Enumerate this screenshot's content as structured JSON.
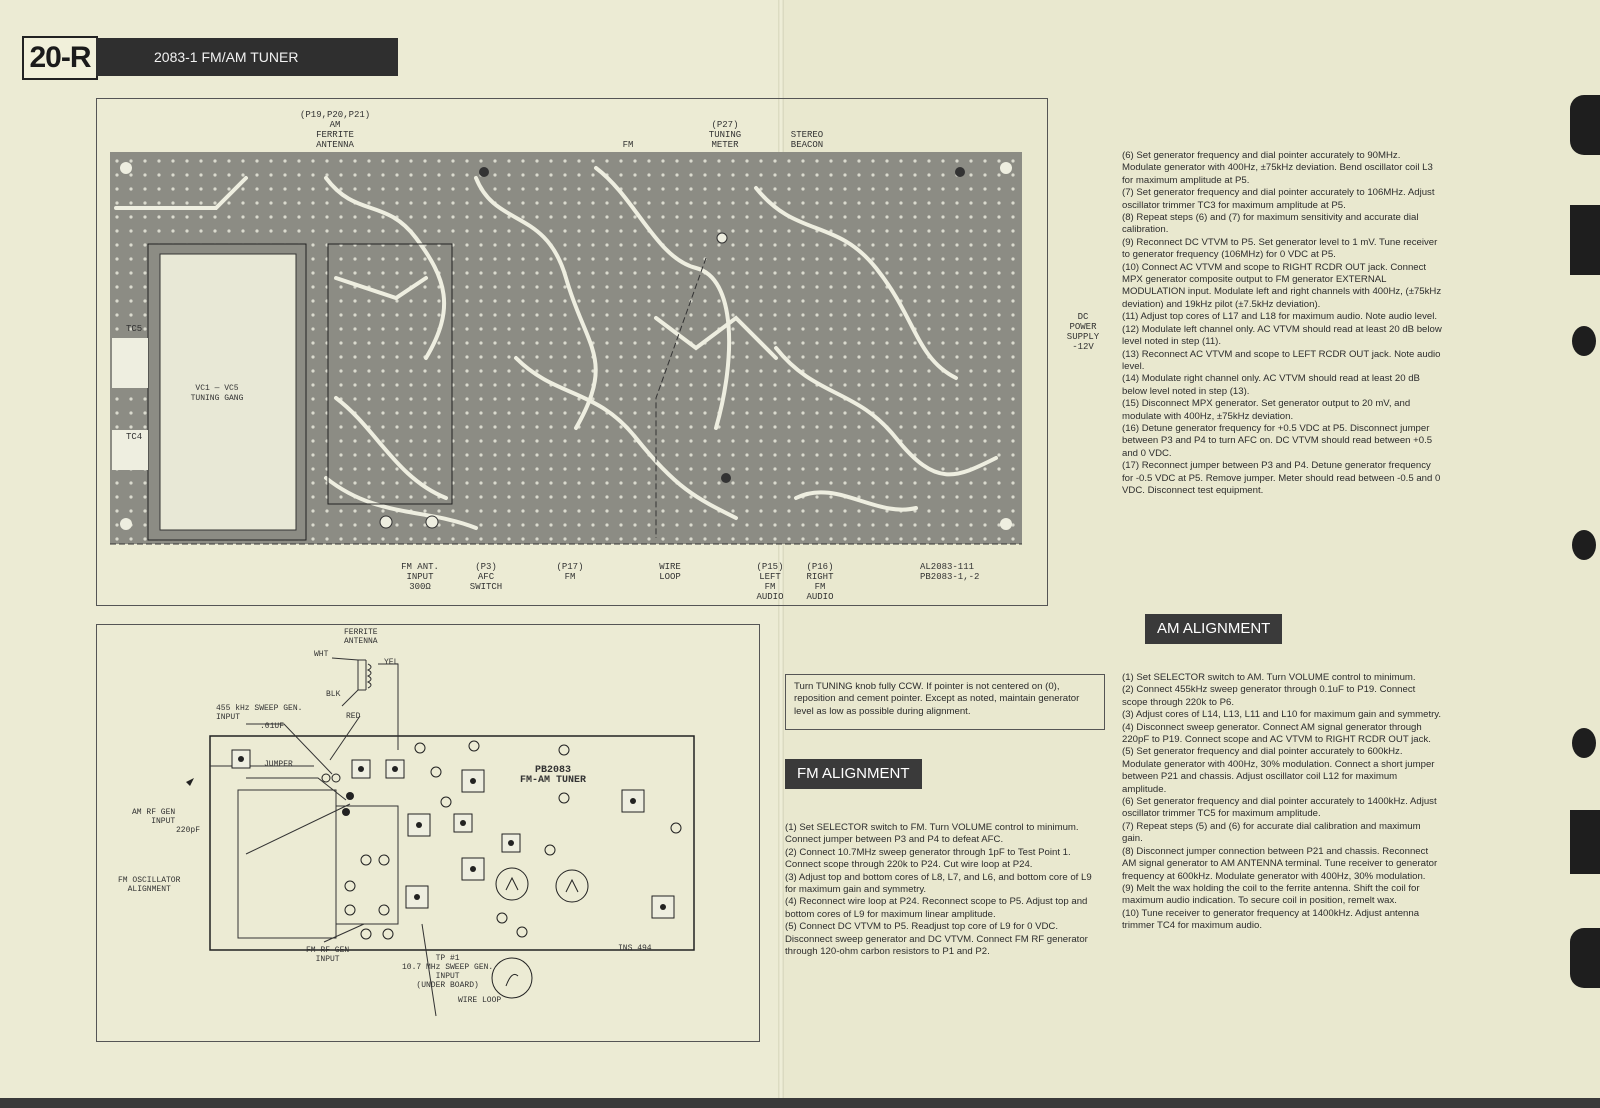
{
  "header": {
    "page_number": "20-R",
    "title": "2083-1 FM/AM TUNER"
  },
  "board_labels": {
    "antenna_top": "(P19,P20,P21)\nAM\nFERRITE\nANTENNA",
    "fm": "FM",
    "tuning_meter": "(P27)\nTUNING\nMETER",
    "stereo_beacon": "STEREO\nBEACON",
    "dc_power": "DC\nPOWER\nSUPPLY\n-12V",
    "tuning_gang": "VC1 — VC5\nTUNING GANG",
    "tc5": "TC5",
    "tc4": "TC4",
    "fm_ant": "FM ANT.\nINPUT\n300Ω",
    "afc_switch": "(P3)\nAFC\nSWITCH",
    "p17_fm": "(P17)\nFM",
    "wire_loop": "WIRE\nLOOP",
    "left_audio": "(P15)\nLEFT\nFM\nAUDIO",
    "right_audio": "(P16)\nRIGHT\nFM\nAUDIO",
    "board_id": "AL2083-111\nPB2083-1,-2"
  },
  "diagram2": {
    "ferrite": "FERRITE\nANTENNA",
    "wht": "WHT",
    "yel": "YEL",
    "blk": "BLK",
    "red": "RED",
    "sweep": "455 kHz SWEEP GEN.\nINPUT",
    "cap": ".01UF",
    "jumper": "JUMPER",
    "am_rf": "AM RF GEN\nINPUT",
    "cap220": "220pF",
    "fm_osc": "FM OSCILLATOR\nALIGNMENT",
    "board_name": "PB2083\nFM-AM TUNER",
    "fm_rf": "FM RF GEN\nINPUT",
    "tp1": "TP #1\n10.7 MHz SWEEP GEN.\nINPUT\n(UNDER BOARD)",
    "wire_loop": "WIRE LOOP",
    "ins": "INS 494"
  },
  "note": "Turn TUNING knob fully CCW. If pointer is not centered on (0), reposition and cement pointer. Except as noted, maintain generator level as low as possible during alignment.",
  "fm_alignment": {
    "heading": "FM ALIGNMENT",
    "steps": [
      "(1) Set SELECTOR switch to FM. Turn VOLUME control to minimum. Connect jumper between P3 and P4 to defeat AFC.",
      "(2) Connect 10.7MHz sweep generator through 1pF to Test Point 1. Connect scope through 220k to P24. Cut wire loop at P24.",
      "(3) Adjust top and bottom cores of L8, L7, and L6, and bottom core of L9 for maximum gain and symmetry.",
      "(4) Reconnect wire loop at P24. Reconnect scope to P5. Adjust top and bottom cores of L9 for maximum linear amplitude.",
      "(5) Connect DC VTVM to P5. Readjust top core of L9 for 0 VDC. Disconnect sweep generator and DC VTVM. Connect FM RF generator through 120-ohm carbon resistors to P1 and P2."
    ]
  },
  "fm_cont": [
    "(6) Set generator frequency and dial pointer accurately to 90MHz. Modulate generator with 400Hz, ±75kHz deviation. Bend oscillator coil L3 for maximum amplitude at P5.",
    "(7) Set generator frequency and dial pointer accurately to 106MHz. Adjust oscillator trimmer TC3 for maximum amplitude at P5.",
    "(8) Repeat steps (6) and (7) for maximum sensitivity and accurate dial calibration.",
    "(9) Reconnect DC VTVM to P5. Set generator level to 1 mV. Tune receiver to generator frequency (106MHz) for 0 VDC at P5.",
    "(10) Connect AC VTVM and scope to RIGHT RCDR OUT jack. Connect MPX generator composite output to FM generator EXTERNAL MODULATION input. Modulate left and right channels with 400Hz, (±75kHz deviation) and 19kHz pilot (±7.5kHz deviation).",
    "(11) Adjust top cores of L17 and L18 for maximum audio. Note audio level.",
    "(12) Modulate left channel only. AC VTVM should read at least 20 dB below level noted in step (11).",
    "(13) Reconnect AC VTVM and scope to LEFT RCDR OUT jack. Note audio level.",
    "(14) Modulate right channel only. AC VTVM should read at least 20 dB below level noted in step (13).",
    "(15) Disconnect MPX generator. Set generator output to 20 mV, and modulate with 400Hz, ±75kHz deviation.",
    "(16) Detune generator frequency for +0.5 VDC at P5. Disconnect jumper between P3 and P4 to turn AFC on. DC VTVM should read between +0.5 and 0 VDC.",
    "(17) Reconnect jumper between P3 and P4. Detune generator frequency for -0.5 VDC at P5. Remove jumper. Meter should read between -0.5 and 0 VDC. Disconnect test equipment."
  ],
  "am_alignment": {
    "heading": "AM ALIGNMENT",
    "steps": [
      "(1) Set SELECTOR switch to AM. Turn VOLUME control to minimum.",
      "(2) Connect 455kHz sweep generator through 0.1uF to P19. Connect scope through 220k to P6.",
      "(3) Adjust cores of L14, L13, L11 and L10 for maximum gain and symmetry.",
      "(4) Disconnect sweep generator. Connect AM signal generator through 220pF to P19. Connect scope and AC VTVM to RIGHT RCDR OUT jack.",
      "(5) Set generator frequency and dial pointer accurately to 600kHz. Modulate generator with 400Hz, 30% modulation. Connect a short jumper between P21 and chassis. Adjust oscillator coil L12 for maximum amplitude.",
      "(6) Set generator frequency and dial pointer accurately to 1400kHz. Adjust oscillator trimmer TC5 for maximum amplitude.",
      "(7) Repeat steps (5) and (6) for accurate dial calibration and maximum gain.",
      "(8) Disconnect jumper connection between P21 and chassis. Reconnect AM signal generator to AM ANTENNA terminal. Tune receiver to generator frequency at 600kHz. Modulate generator with 400Hz, 30% modulation.",
      "(9) Melt the wax holding the coil to the ferrite antenna. Shift the coil for maximum audio indication. To secure coil in position, remelt wax.",
      "(10) Tune receiver to generator frequency at 1400kHz. Adjust antenna trimmer TC4 for maximum audio."
    ]
  }
}
